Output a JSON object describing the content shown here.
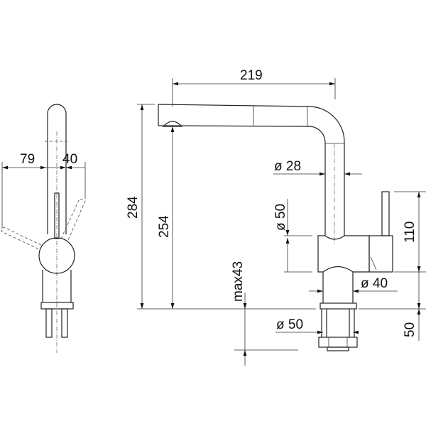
{
  "drawing": {
    "subject": "faucet-technical-drawing",
    "side_view": {
      "dim_lever_back": "79",
      "dim_lever_front": "40"
    },
    "front_view": {
      "dim_total_height": "284",
      "dim_spout_height": "254",
      "dim_spout_reach": "219",
      "dim_pipe_diameter": "ø 28",
      "dim_body_diameter": "ø 50",
      "dim_base_diameter": "ø 40",
      "dim_mount_diameter": "ø 50",
      "dim_body_height": "110",
      "dim_base_height": "50",
      "dim_max_thickness": "max43"
    }
  }
}
